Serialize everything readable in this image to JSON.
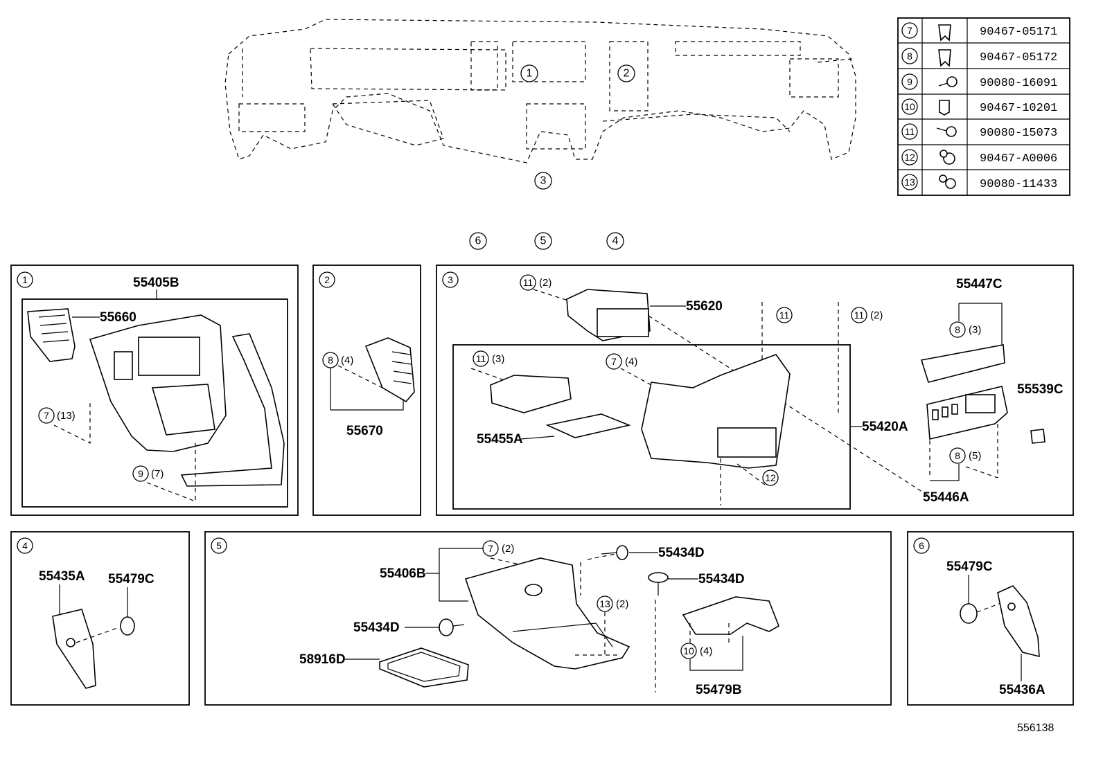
{
  "diagram_code": "556138",
  "callouts_top": {
    "c1": "1",
    "c2": "2",
    "c3": "3"
  },
  "section_index": {
    "s6": "6",
    "s5": "5",
    "s4": "4"
  },
  "fastener_table": [
    {
      "ref": "7",
      "part": "90467-05171"
    },
    {
      "ref": "8",
      "part": "90467-05172"
    },
    {
      "ref": "9",
      "part": "90080-16091"
    },
    {
      "ref": "10",
      "part": "90467-10201"
    },
    {
      "ref": "11",
      "part": "90080-15073"
    },
    {
      "ref": "12",
      "part": "90467-A0006"
    },
    {
      "ref": "13",
      "part": "90080-11433"
    }
  ],
  "sections": {
    "s1": {
      "id": "1",
      "parts": {
        "p55405B": "55405B",
        "p55660": "55660"
      },
      "refs": {
        "r7": "7",
        "q7": "(13)",
        "r9": "9",
        "q9": "(7)"
      }
    },
    "s2": {
      "id": "2",
      "parts": {
        "p55670": "55670"
      },
      "refs": {
        "r8": "8",
        "q8": "(4)"
      }
    },
    "s3": {
      "id": "3",
      "parts": {
        "p55620": "55620",
        "p55447C": "55447C",
        "p55539C": "55539C",
        "p55455A": "55455A",
        "p55420A": "55420A",
        "p55446A": "55446A"
      },
      "refs": {
        "r11a": "11",
        "q11a": "(2)",
        "r11b": "11",
        "r11c": "11",
        "q11c": "(2)",
        "r8a": "8",
        "q8a": "(3)",
        "r11d": "11",
        "q11d": "(3)",
        "r7": "7",
        "q7": "(4)",
        "r8b": "8",
        "q8b": "(5)",
        "r12": "12"
      }
    },
    "s4": {
      "id": "4",
      "parts": {
        "p55435A": "55435A",
        "p55479C": "55479C"
      }
    },
    "s5": {
      "id": "5",
      "parts": {
        "p55406B": "55406B",
        "p55434D_a": "55434D",
        "p55434D_b": "55434D",
        "p55434D_c": "55434D",
        "p58916D": "58916D",
        "p55479B": "55479B"
      },
      "refs": {
        "r7": "7",
        "q7": "(2)",
        "r13": "13",
        "q13": "(2)",
        "r10": "10",
        "q10": "(4)"
      }
    },
    "s6": {
      "id": "6",
      "parts": {
        "p55479C": "55479C",
        "p55436A": "55436A"
      }
    }
  }
}
